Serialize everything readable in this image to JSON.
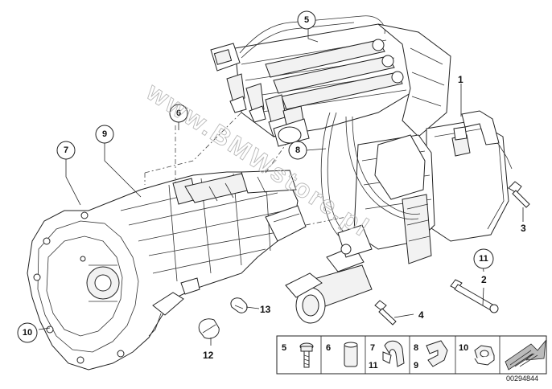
{
  "callouts": {
    "c1": "1",
    "c2": "2",
    "c3": "3",
    "c4": "4",
    "c5": "5",
    "c6": "6",
    "c7": "7",
    "c8": "8",
    "c9": "9",
    "c10": "10",
    "c11": "11",
    "c12": "12",
    "c13": "13"
  },
  "legend": {
    "cell_5": "5",
    "cell_6": "6",
    "cell_7a": "7",
    "cell_7b": "11",
    "cell_8a": "8",
    "cell_8b": "9",
    "cell_10": "10"
  },
  "watermark": "www.BMWstore.pl",
  "reference_number": "00294844"
}
